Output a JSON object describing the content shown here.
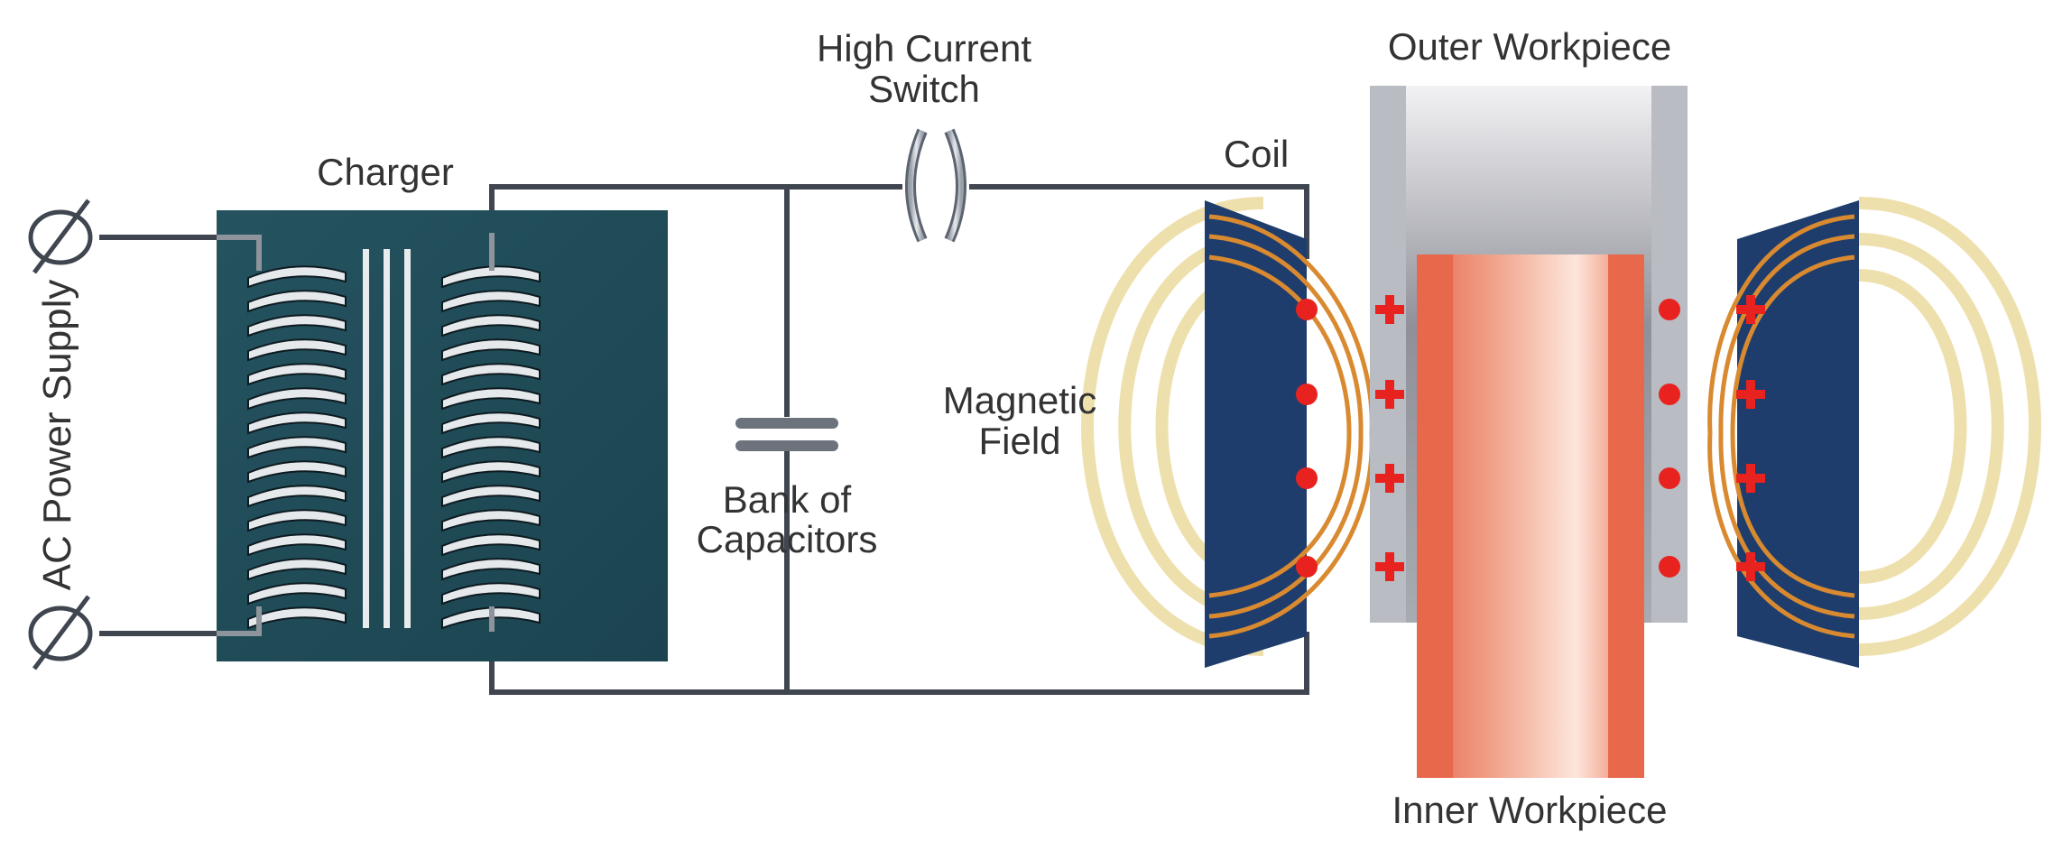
{
  "labels": {
    "ac_supply": "AC Power Supply",
    "charger": "Charger",
    "switch_line1": "High Current",
    "switch_line2": "Switch",
    "capacitors_line1": "Bank of",
    "capacitors_line2": "Capacitors",
    "coil": "Coil",
    "magnetic_line1": "Magnetic",
    "magnetic_line2": "Field",
    "outer_workpiece": "Outer Workpiece",
    "inner_workpiece": "Inner Workpiece"
  },
  "colors": {
    "wire": "#3f4650",
    "charger_body": "#1f4a57",
    "coil_block": "#1e3d6c",
    "field_ring": "#eedfa9",
    "coil_winding": "#d98a30",
    "outer_workpiece": "#c4c7cc",
    "inner_workpiece": "#ee7454",
    "charge_marker": "#e8231f"
  },
  "icons": {
    "terminal": "circle-slash-icon",
    "plus_charge": "plus-icon",
    "minus_charge": "dot-icon"
  }
}
